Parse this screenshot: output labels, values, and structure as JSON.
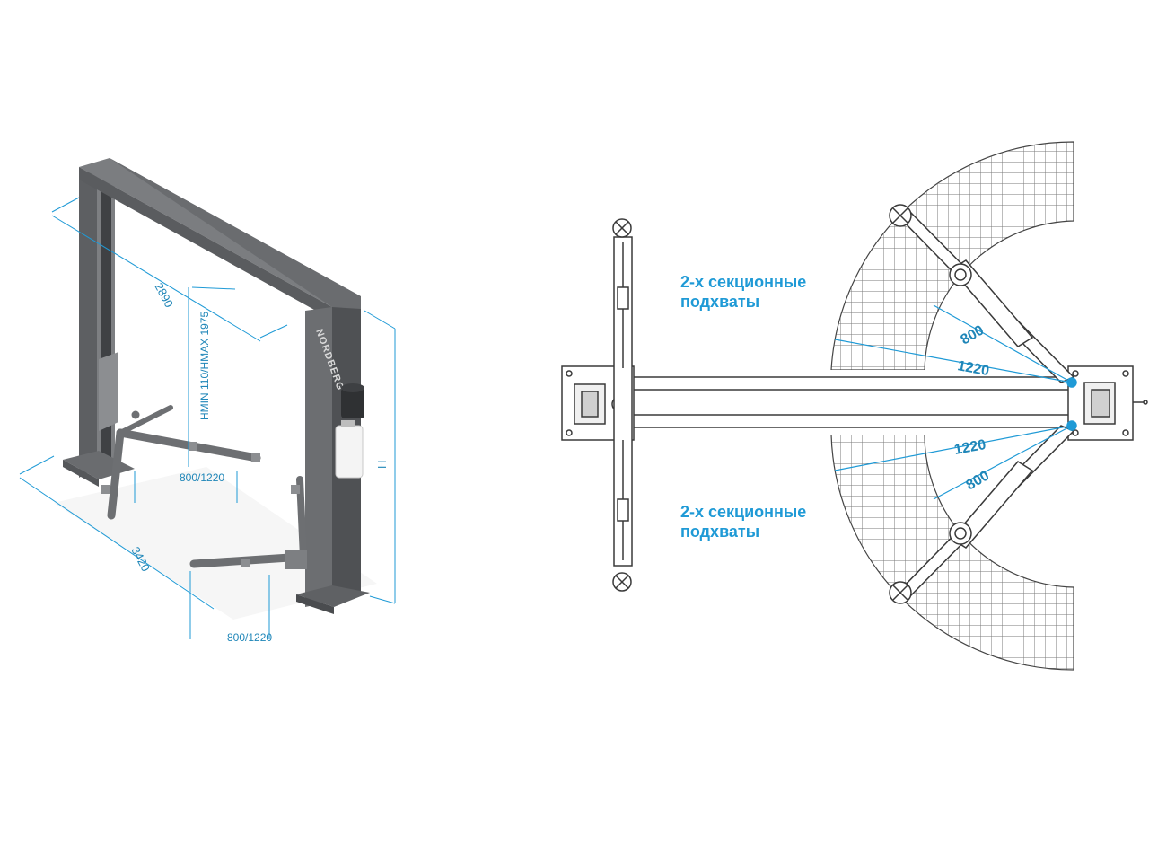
{
  "left_view": {
    "brand": "NORDBERG",
    "dim_width_top": "2890",
    "dim_height_range": "HMIN 110/HMAX 1975",
    "dim_arm_upper": "800/1220",
    "dim_overall_width": "3420",
    "dim_arm_lower": "800/1220",
    "dim_height": "H"
  },
  "right_view": {
    "label_top_line1": "2-х секционные",
    "label_top_line2": "подхваты",
    "label_bottom_line1": "2-х секционные",
    "label_bottom_line2": "подхваты",
    "dim_upper_short": "800",
    "dim_upper_long": "1220",
    "dim_lower_long": "1220",
    "dim_lower_short": "800"
  },
  "colors": {
    "accent": "#1f9ad6",
    "steel": "#6d6f72",
    "steel_dark": "#4a4c4f",
    "line": "#3a3a3a"
  }
}
